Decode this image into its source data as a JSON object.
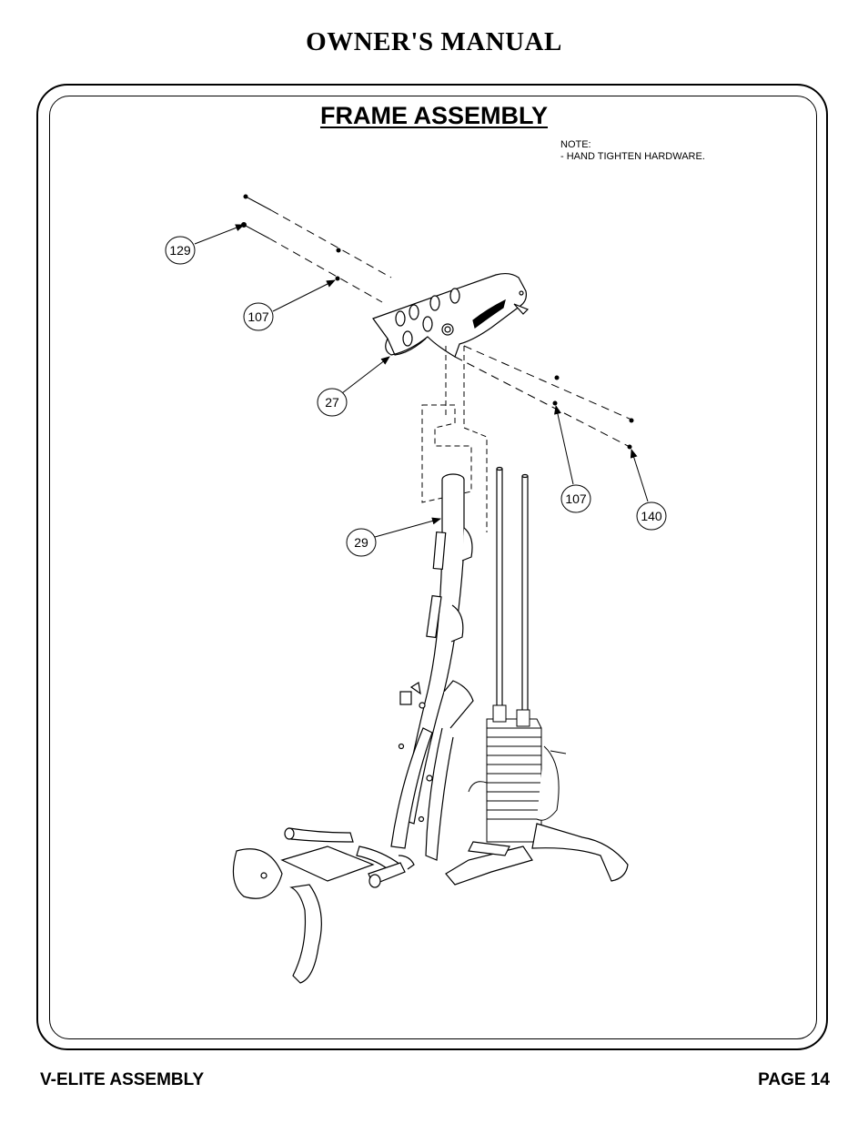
{
  "header": {
    "title": "OWNER'S MANUAL"
  },
  "section": {
    "title": "FRAME ASSEMBLY"
  },
  "note": {
    "heading": "NOTE:",
    "line1": "-  HAND TIGHTEN HARDWARE."
  },
  "callouts": {
    "c129": "129",
    "c107_top": "107",
    "c27": "27",
    "c29": "29",
    "c107_right": "107",
    "c140": "140"
  },
  "footer": {
    "left": "V-ELITE ASSEMBLY",
    "right": "PAGE 14"
  }
}
